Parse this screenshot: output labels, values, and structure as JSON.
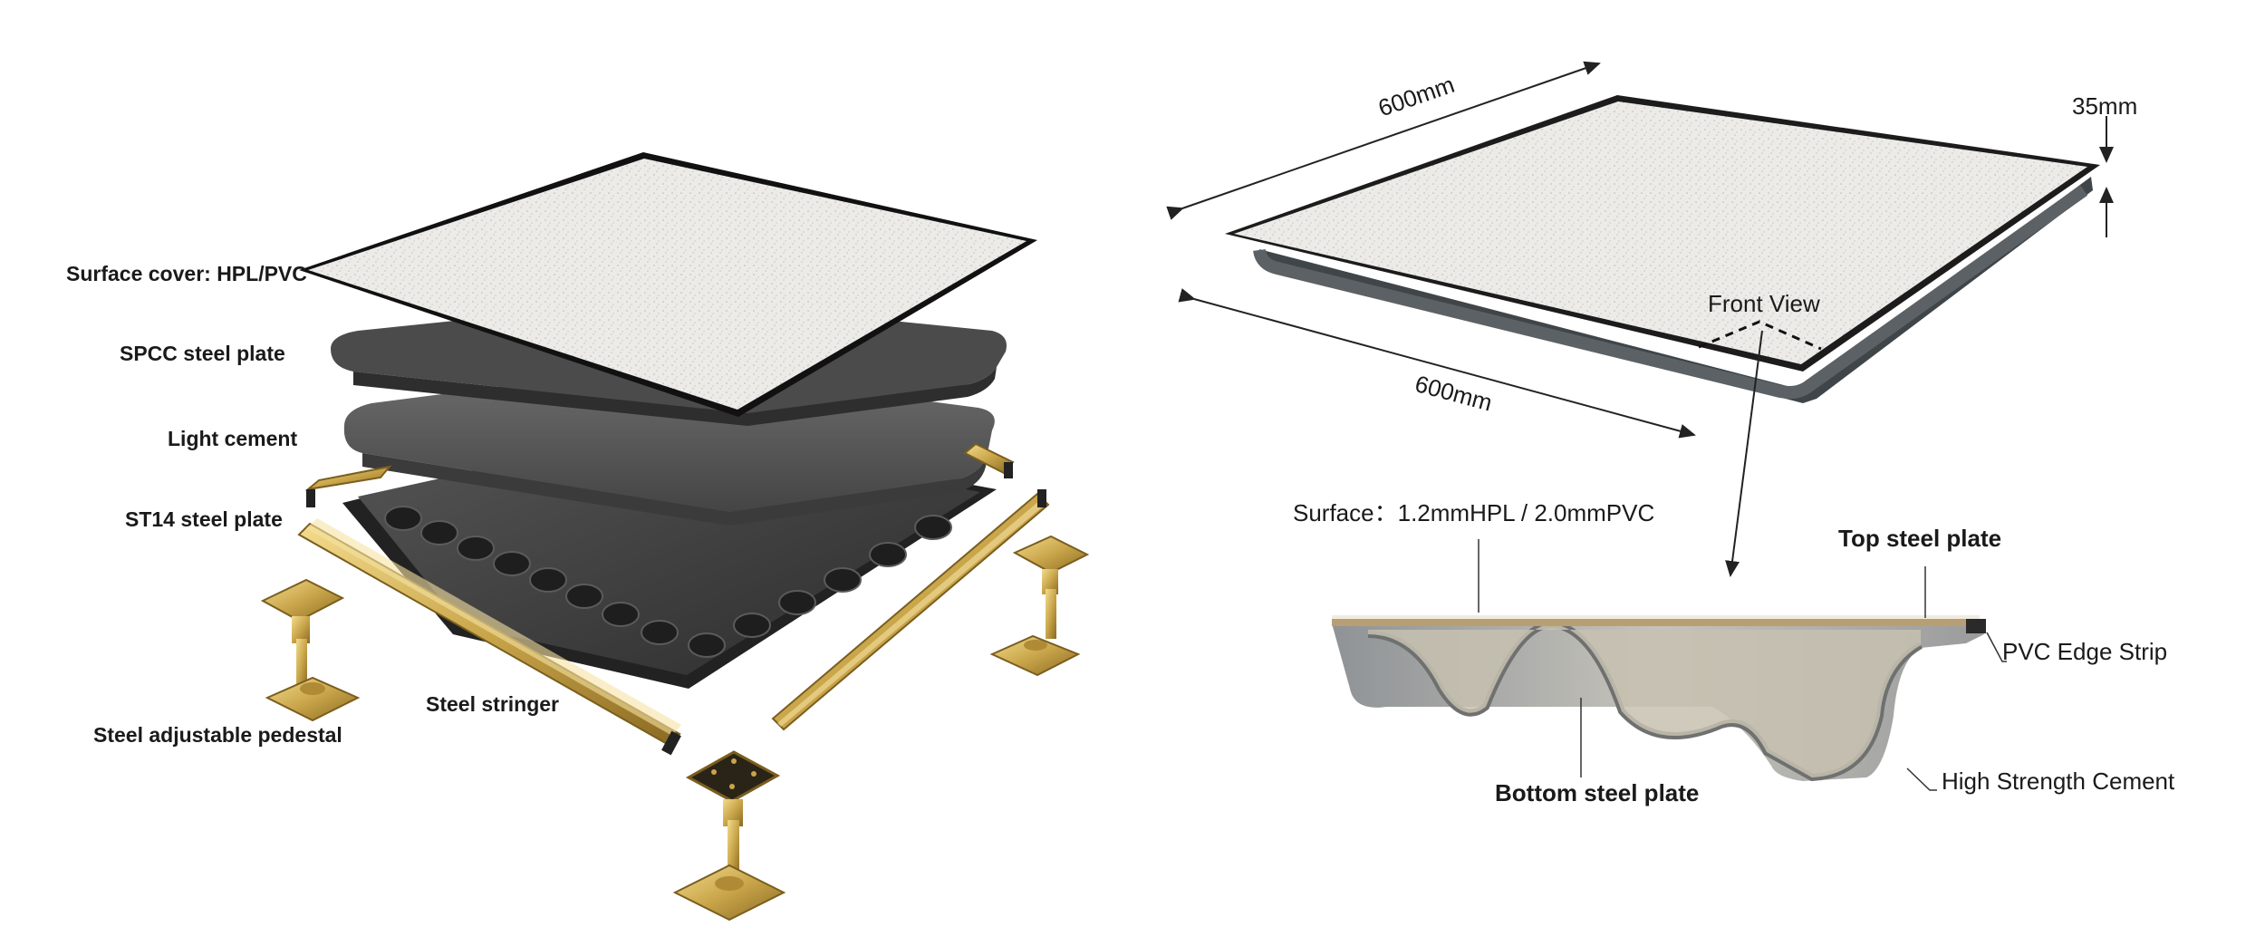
{
  "exploded_view": {
    "labels": {
      "surface_cover": "Surface cover: HPL/PVC",
      "spcc_plate": "SPCC steel plate",
      "light_cement": "Light cement",
      "st14_plate": "ST14 steel plate",
      "steel_stringer": "Steel stringer",
      "pedestal": "Steel adjustable pedestal"
    }
  },
  "panel_view": {
    "width_label": "600mm",
    "depth_label": "600mm",
    "height_label": "35mm",
    "front_view_label": "Front View"
  },
  "cross_section": {
    "surface_label": "Surface：1.2mmHPL / 2.0mmPVC",
    "top_plate_label": "Top steel plate",
    "edge_strip_label": "PVC Edge Strip",
    "cement_label": "High Strength Cement",
    "bottom_plate_label": "Bottom steel plate"
  },
  "colors": {
    "gold": "#c9a54a",
    "dark_plate": "#3a3a3a",
    "tile_surface": "#e9e9e7",
    "cement_grey": "#a9aaa6"
  }
}
